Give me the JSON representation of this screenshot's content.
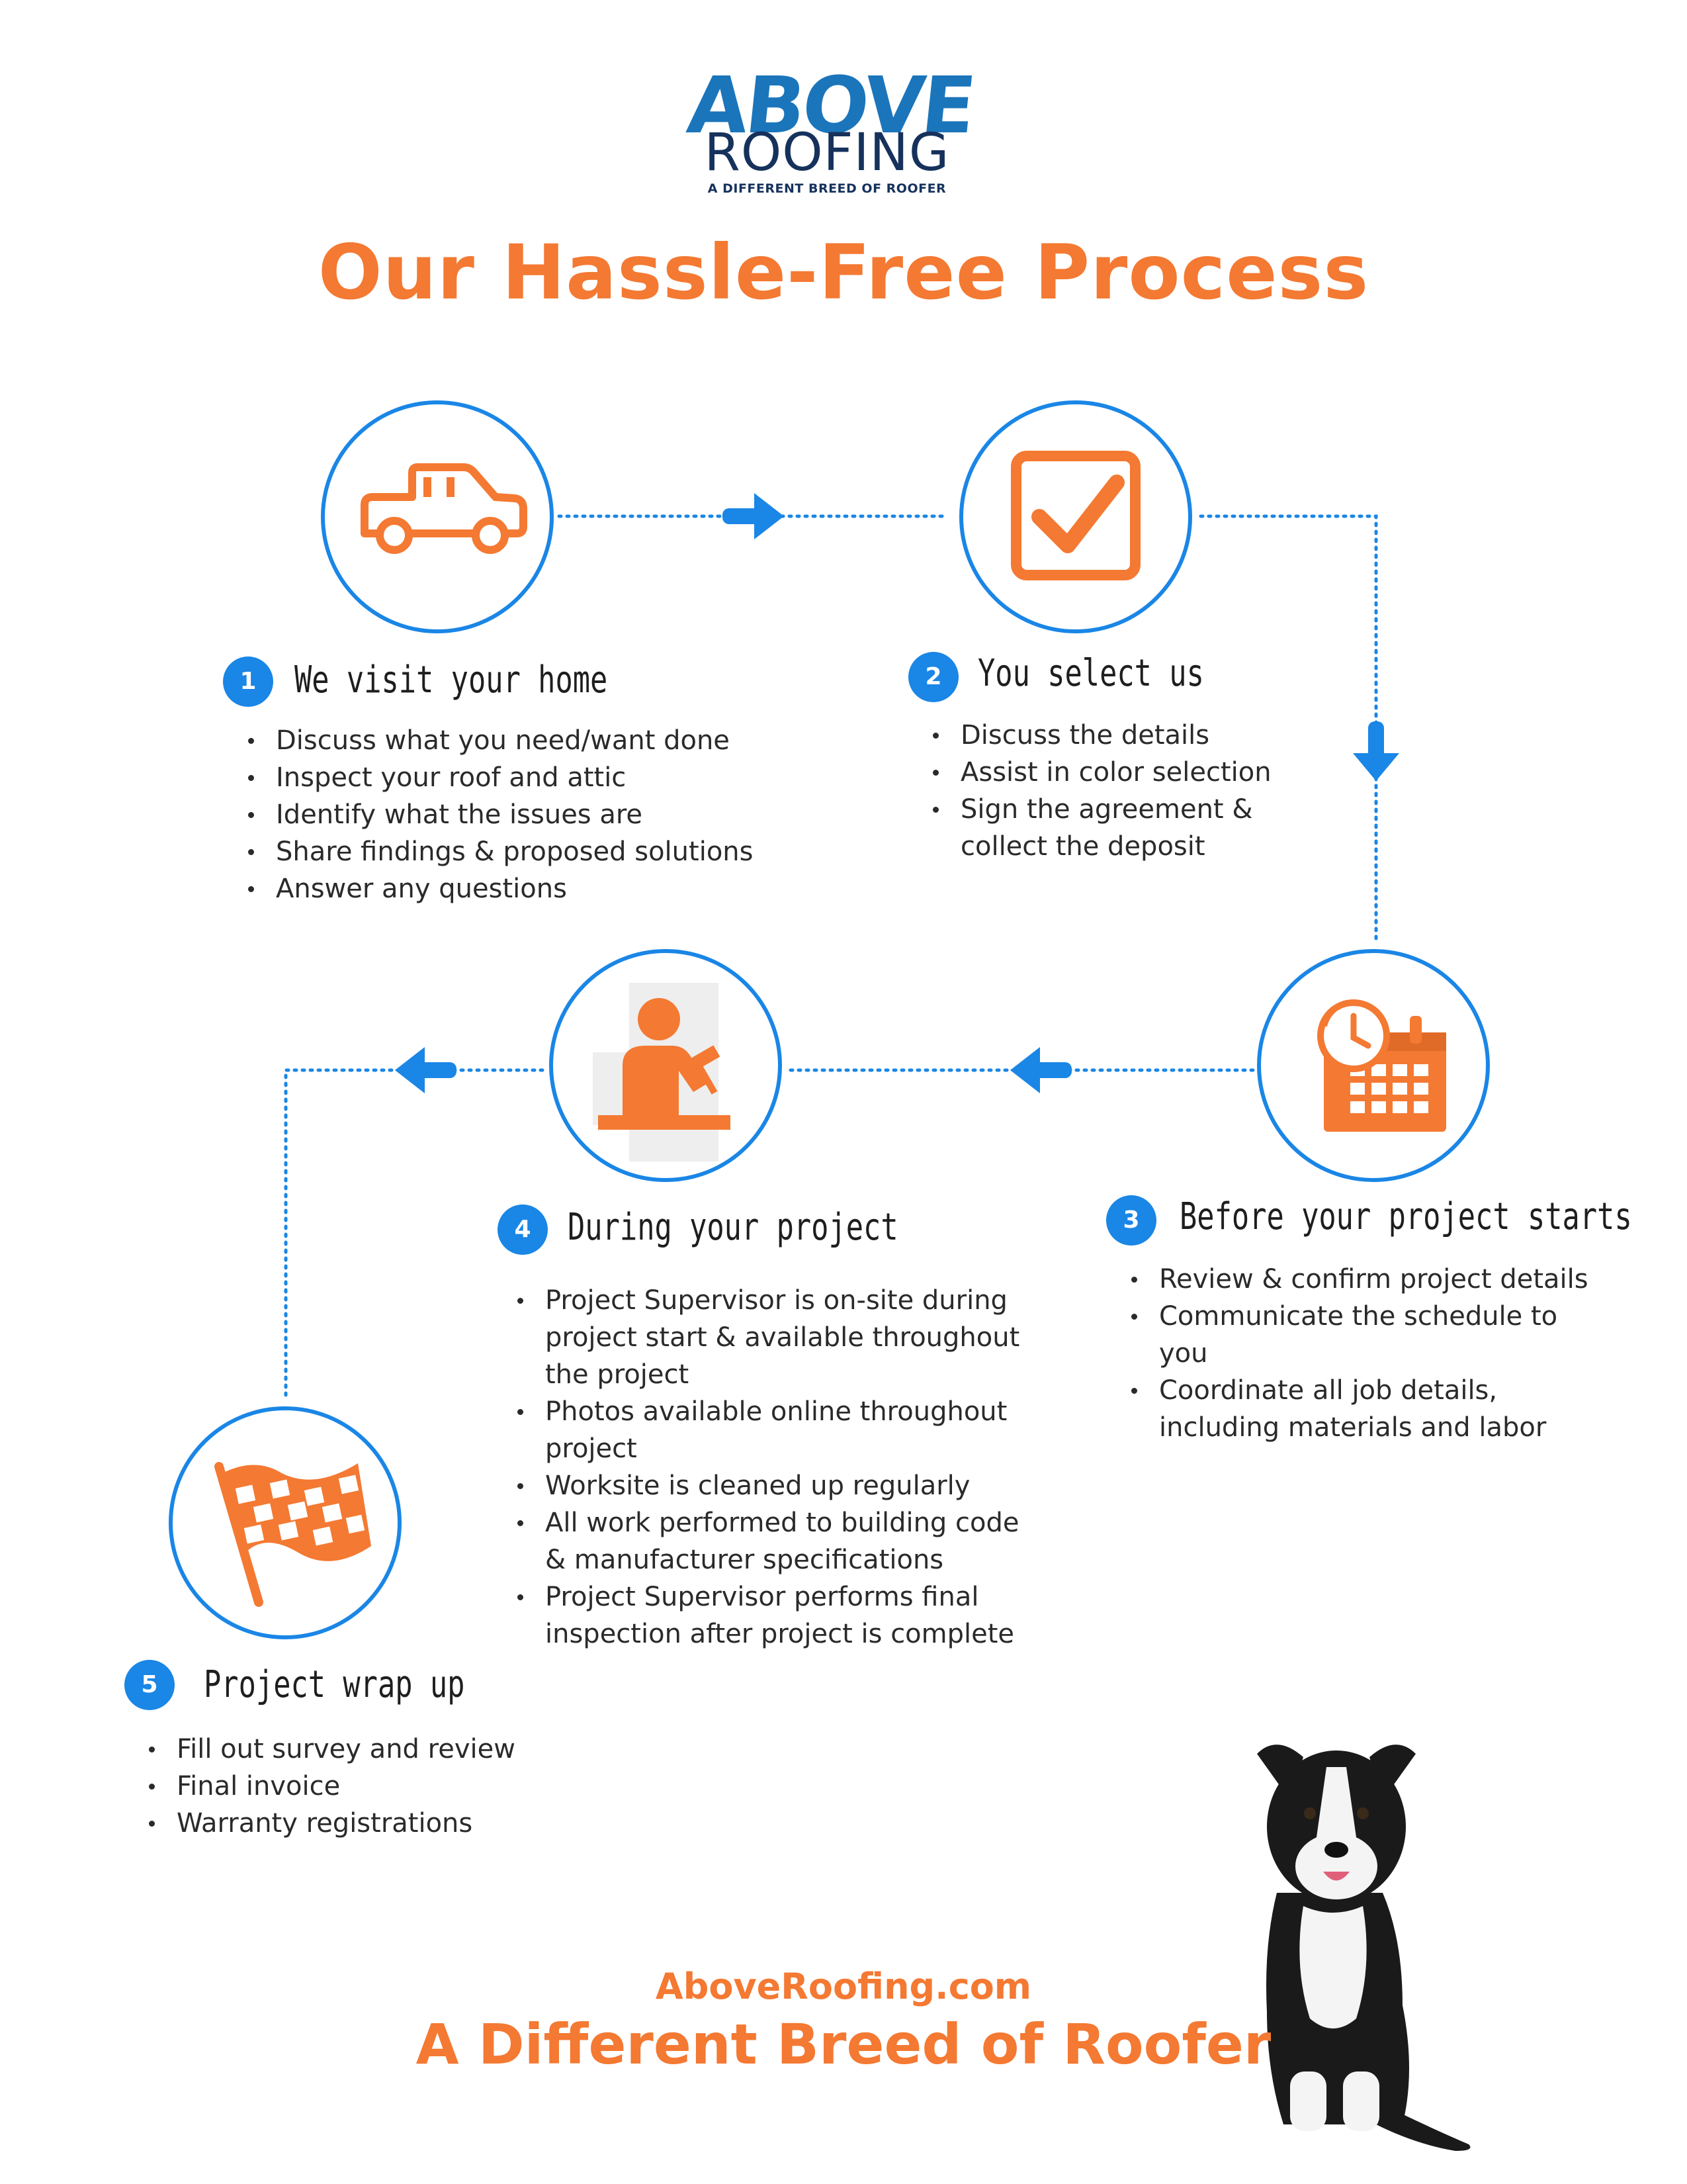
{
  "brand": {
    "logo_line1": "ABOVE",
    "logo_line2": "ROOFING",
    "logo_tagline": "A DIFFERENT BREED OF ROOFER"
  },
  "title": "Our Hassle-Free Process",
  "steps": [
    {
      "number": "1",
      "title": "We visit your home",
      "icon": "car-icon",
      "bullets": [
        "Discuss what you need/want done",
        "Inspect your roof and attic",
        "Identify what the issues are",
        "Share findings & proposed solutions",
        "Answer any questions"
      ]
    },
    {
      "number": "2",
      "title": "You select us",
      "icon": "checkbox-icon",
      "bullets": [
        "Discuss the details",
        "Assist in color selection",
        "Sign the agreement & collect the deposit"
      ]
    },
    {
      "number": "3",
      "title": "Before your project starts",
      "icon": "calendar-clock-icon",
      "bullets": [
        "Review & confirm project details",
        "Communicate the schedule to you",
        "Coordinate all job details, including materials and labor"
      ]
    },
    {
      "number": "4",
      "title": "During your project",
      "icon": "worker-hammer-icon",
      "bullets": [
        "Project Supervisor is on-site during project start & available throughout the project",
        "Photos available online throughout project",
        "Worksite is cleaned up regularly",
        "All work performed to building code & manufacturer specifications",
        "Project Supervisor performs final inspection after project is complete"
      ]
    },
    {
      "number": "5",
      "title": "Project wrap up",
      "icon": "checkered-flag-icon",
      "bullets": [
        "Fill out survey and review",
        "Final invoice",
        "Warranty registrations"
      ]
    }
  ],
  "footer": {
    "url": "AboveRoofing.com",
    "tagline": "A Different Breed of Roofer"
  },
  "colors": {
    "accent_orange": "#f47932",
    "accent_blue": "#1a86e6",
    "logo_blue": "#1b75bb",
    "logo_navy": "#16325c"
  }
}
